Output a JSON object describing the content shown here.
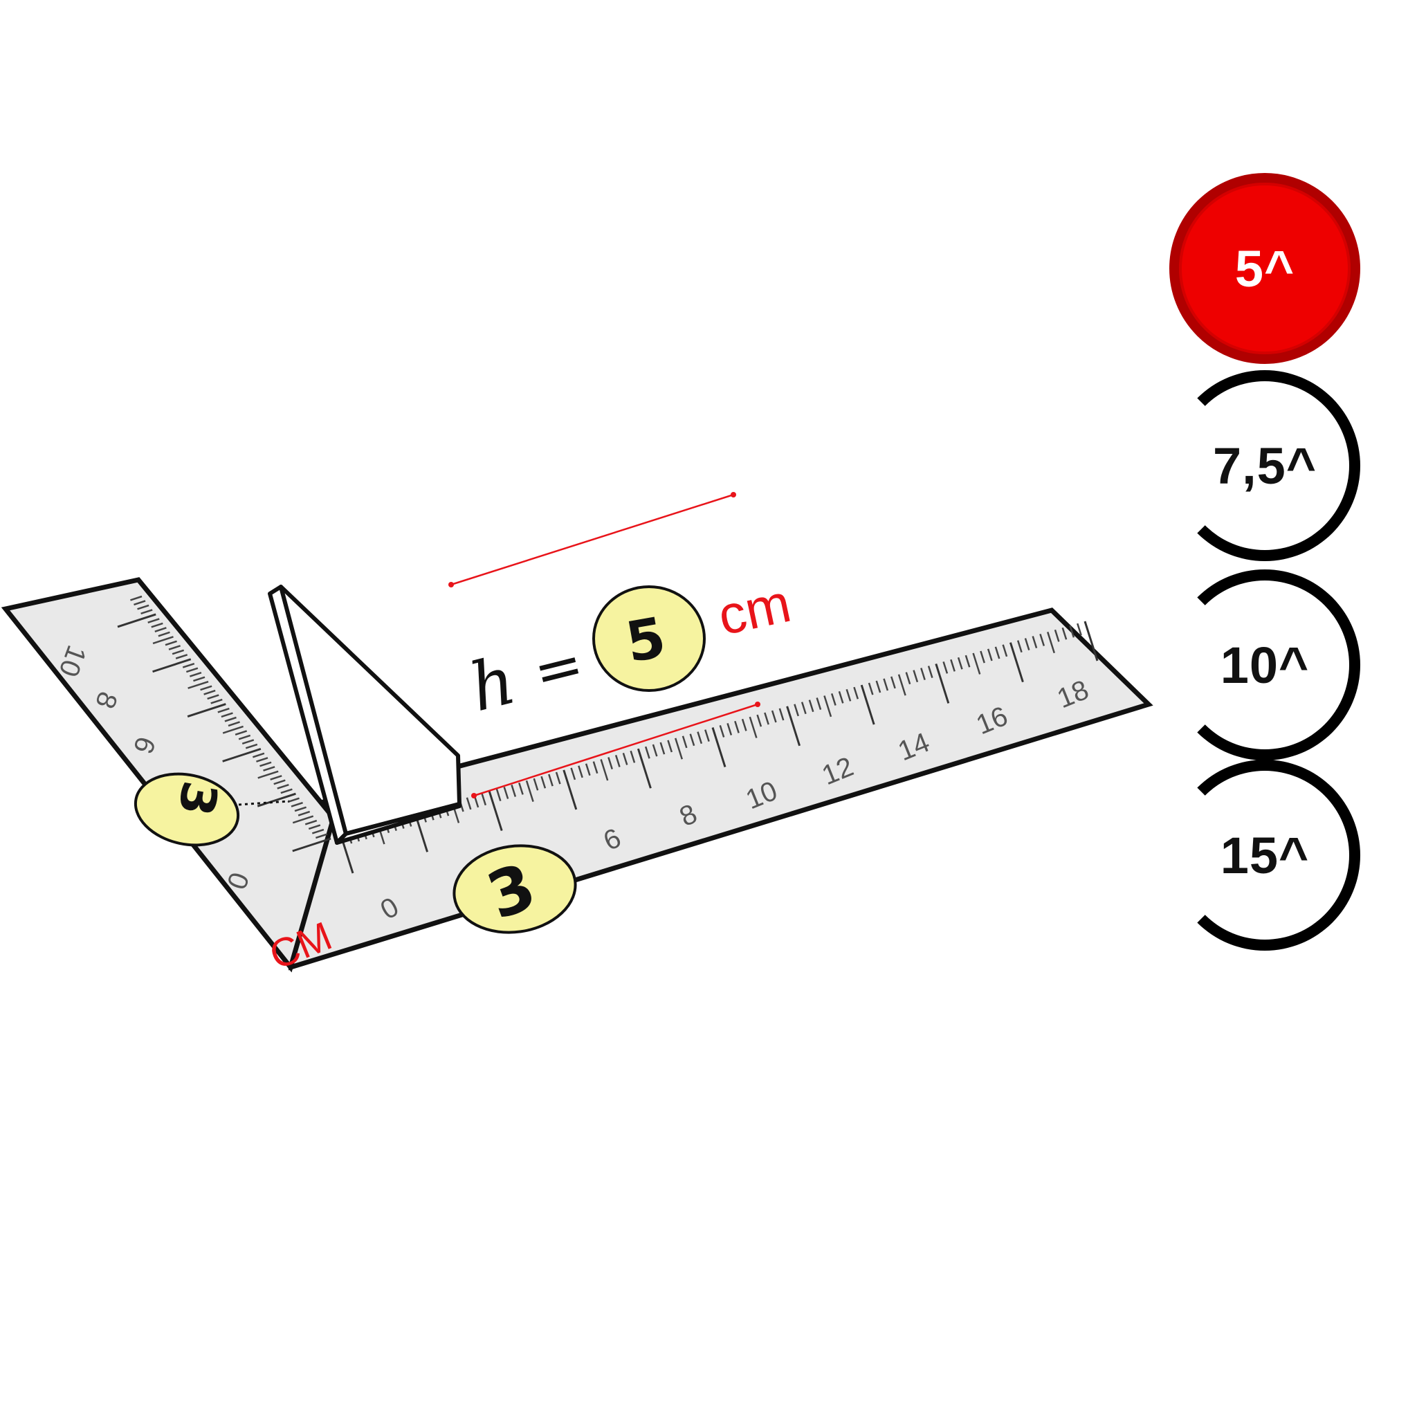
{
  "diagram": {
    "formula": {
      "variable": "h",
      "equals": "=",
      "value": "5",
      "unit": "cm"
    },
    "horizontal_ruler": {
      "labels": [
        "0",
        "6",
        "8",
        "10",
        "12",
        "14",
        "16",
        "18"
      ],
      "unit": "CM"
    },
    "vertical_ruler": {
      "labels": [
        "0",
        "6",
        "8",
        "10"
      ]
    },
    "base_badges": {
      "horizontal": "3",
      "vertical": "3"
    }
  },
  "options": [
    {
      "label": "5^",
      "selected": true
    },
    {
      "label": "7,5^",
      "selected": false
    },
    {
      "label": "10^",
      "selected": false
    },
    {
      "label": "15^",
      "selected": false
    }
  ],
  "colors": {
    "accent_red": "#ee0000",
    "badge_yellow": "#f6f3a0",
    "ruler_gray": "#e9e9e9"
  }
}
